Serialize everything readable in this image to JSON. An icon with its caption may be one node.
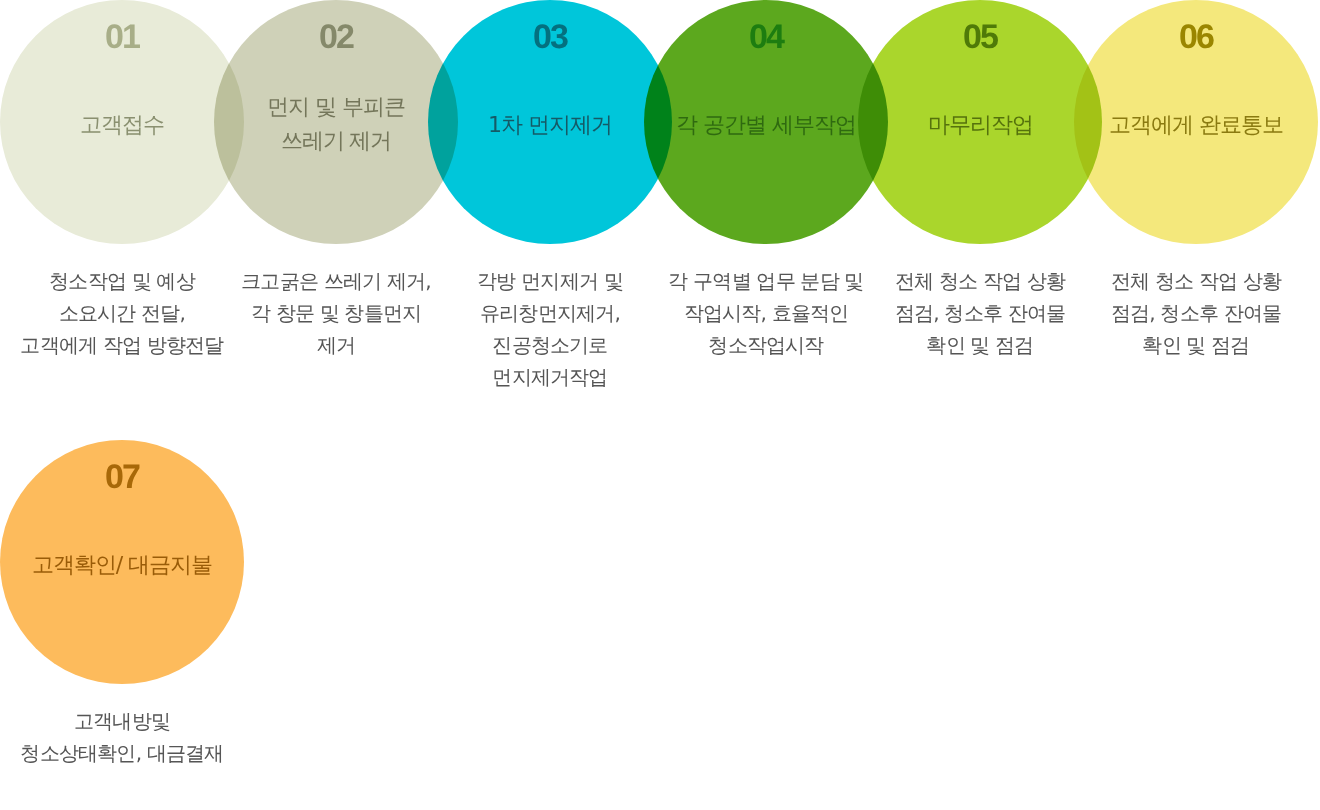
{
  "diagram": {
    "nodes": [
      {
        "text": [
          "01",
          "고객접수"
        ],
        "beside": [
          "청소작업 및 예상 소요시간 전달, 고객에게 작업 방향전달"
        ]
      },
      {
        "text": [
          "02",
          "먼지 및 부피큰 쓰레기 제거"
        ],
        "beside": [
          "크고굵은 쓰레기 제거, 각 창문 및 창틀먼지 제거"
        ]
      },
      {
        "text": [
          "03",
          "1차 먼지제거"
        ],
        "beside": [
          "각방 먼지제거 및 유리창먼지제거, 진공청소기로 먼지제거작업"
        ]
      },
      {
        "text": [
          "04",
          "각 공간별 세부작업"
        ],
        "beside": [
          "각 구역별 업무 분담 및 작업시작, 효율적인 청소작업시작"
        ]
      },
      {
        "text": [
          "05",
          "마무리작업"
        ],
        "beside": [
          "전체 청소 작업 상황 점검, 청소후 잔여물 확인 및 점검"
        ]
      },
      {
        "text": [
          "06",
          "고객에게 완료통보"
        ],
        "beside": [
          "전체 청소 작업 상황 점검, 청소후 잔여물 확인 및 점검"
        ]
      },
      {
        "text": [
          "07",
          "고객확인/ 대금지불"
        ],
        "beside": [
          "고객내방및 청소상태확인, 대금결재"
        ]
      }
    ]
  }
}
